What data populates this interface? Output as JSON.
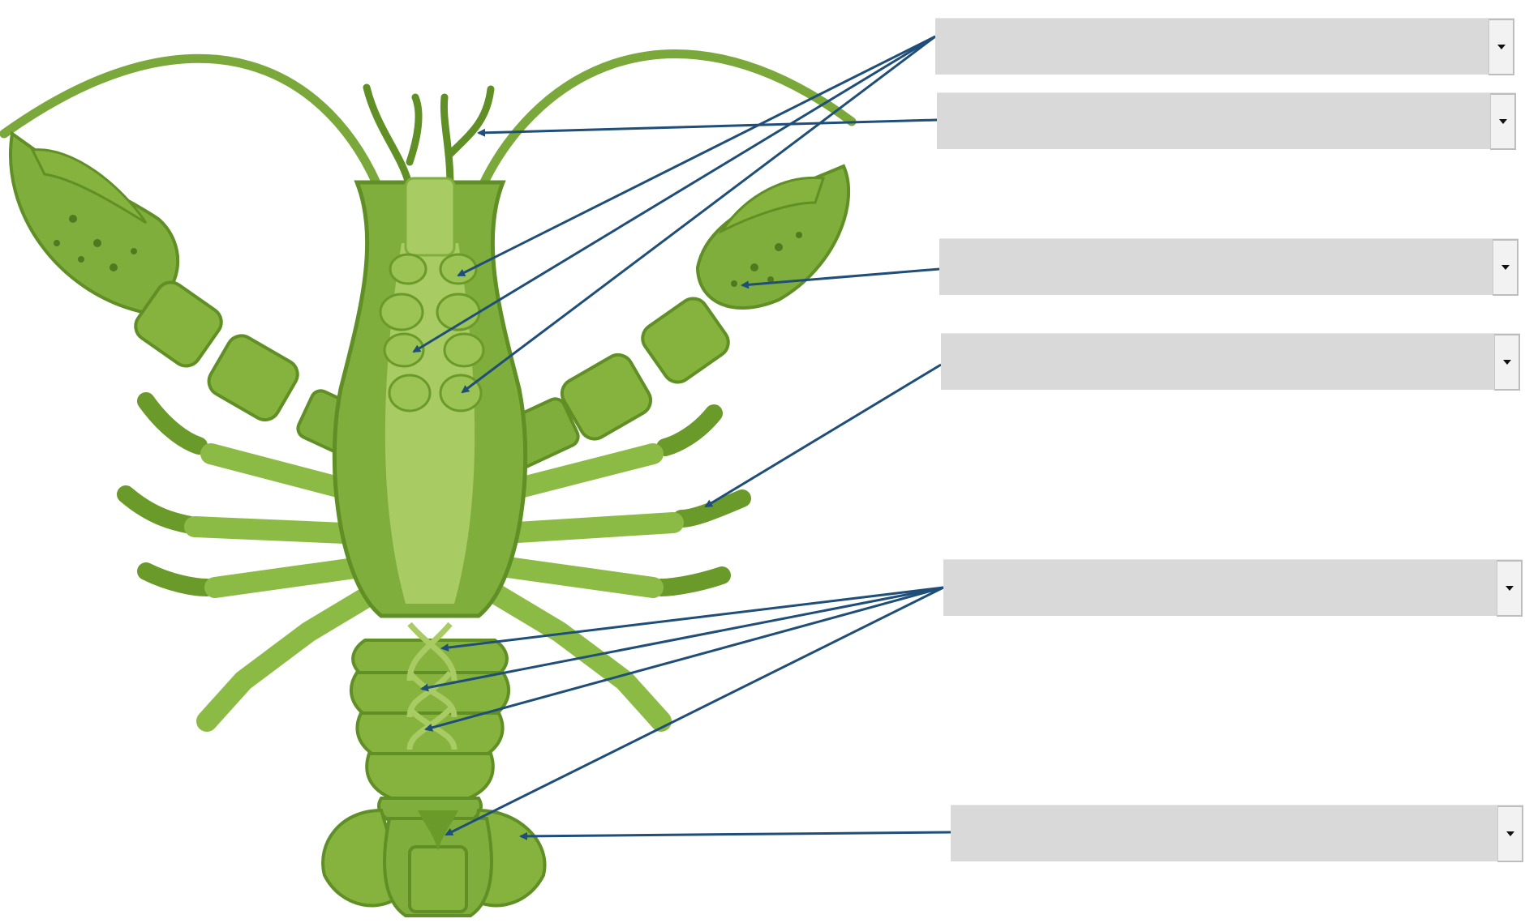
{
  "diagram": {
    "subject": "crayfish-ventral-view",
    "colors": {
      "body_dark": "#6a9a2a",
      "body_mid": "#86b33e",
      "body_light": "#a8cb63",
      "pointer_line": "#1f4e79",
      "box_fill": "#d9d9d9"
    }
  },
  "dropdowns": [
    {
      "id": "dd-1",
      "selected": "",
      "icon": "chevron-down-icon"
    },
    {
      "id": "dd-2",
      "selected": "",
      "icon": "chevron-down-icon"
    },
    {
      "id": "dd-3",
      "selected": "",
      "icon": "chevron-down-icon"
    },
    {
      "id": "dd-4",
      "selected": "",
      "icon": "chevron-down-icon"
    },
    {
      "id": "dd-5",
      "selected": "",
      "icon": "chevron-down-icon"
    },
    {
      "id": "dd-6",
      "selected": "",
      "icon": "chevron-down-icon"
    }
  ]
}
